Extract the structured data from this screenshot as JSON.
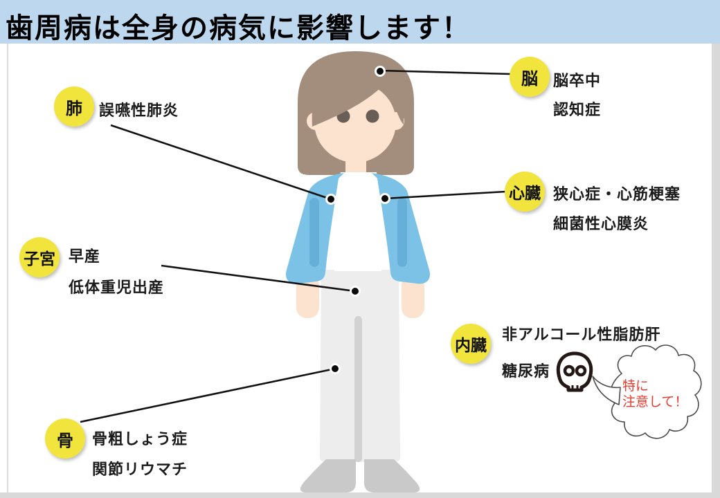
{
  "header": {
    "title": "歯周病は全身の病気に影響します！"
  },
  "organs": [
    {
      "name": "脳",
      "diseases": [
        "脳卒中",
        "認知症"
      ]
    },
    {
      "name": "肺",
      "diseases": [
        "誤嚥性肺炎"
      ]
    },
    {
      "name": "心臓",
      "diseases": [
        "狭心症・心筋梗塞",
        "細菌性心膜炎"
      ]
    },
    {
      "name": "子宮",
      "diseases": [
        "早産",
        "低体重児出産"
      ]
    },
    {
      "name": "内臓",
      "diseases": [
        "非アルコール性脂肪肝",
        "糖尿病"
      ]
    },
    {
      "name": "骨",
      "diseases": [
        "骨粗しょう症",
        "関節リウマチ"
      ]
    }
  ],
  "bubble": {
    "lines": [
      "特に",
      "注意して！"
    ]
  },
  "icons": {
    "skull": "skull-icon"
  },
  "colors": {
    "banner_blue": "#bdd7ee",
    "badge_yellow": "#f1e53d",
    "warning_red": "#e8392f",
    "cardigan_blue": "#7cc2e7",
    "hair_brown": "#a38e7e",
    "skin": "#fbe3d0",
    "frame_gray": "#d9d9d9"
  }
}
